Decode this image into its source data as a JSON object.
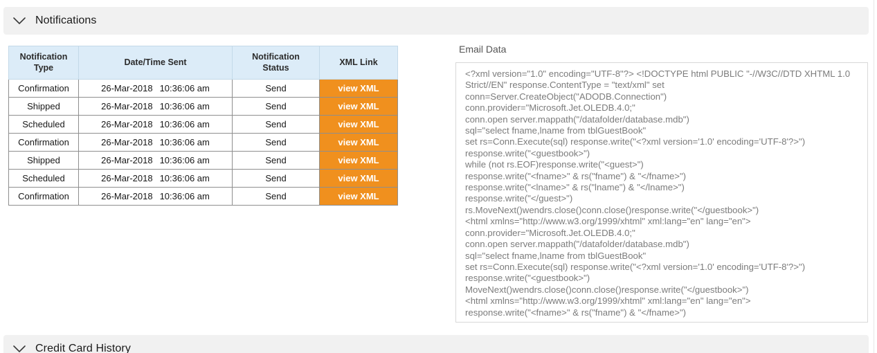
{
  "sections": {
    "notifications": {
      "title": "Notifications",
      "chevron_icon": "chevron-down-icon"
    },
    "credit_card_history": {
      "title": "Credit Card History",
      "chevron_icon": "chevron-down-icon"
    }
  },
  "notifications_table": {
    "columns": [
      "Notification Type",
      "Date/Time Sent",
      "Notification Status",
      "XML Link"
    ],
    "columns_split": {
      "type_line1": "Notification",
      "type_line2": "Type",
      "date": "Date/Time Sent",
      "status_line1": "Notification",
      "status_line2": "Status",
      "xml": "XML Link"
    },
    "rows": [
      {
        "type": "Confirmation",
        "date": "26-Mar-2018",
        "time": "10:36:06 am",
        "status": "Send",
        "xml_label": "view XML"
      },
      {
        "type": "Shipped",
        "date": "26-Mar-2018",
        "time": "10:36:06 am",
        "status": "Send",
        "xml_label": "view XML"
      },
      {
        "type": "Scheduled",
        "date": "26-Mar-2018",
        "time": "10:36:06 am",
        "status": "Send",
        "xml_label": "view XML"
      },
      {
        "type": "Confirmation",
        "date": "26-Mar-2018",
        "time": "10:36:06 am",
        "status": "Send",
        "xml_label": "view XML"
      },
      {
        "type": "Shipped",
        "date": "26-Mar-2018",
        "time": "10:36:06 am",
        "status": "Send",
        "xml_label": "view XML"
      },
      {
        "type": "Scheduled",
        "date": "26-Mar-2018",
        "time": "10:36:06 am",
        "status": "Send",
        "xml_label": "view XML"
      },
      {
        "type": "Confirmation",
        "date": "26-Mar-2018",
        "time": "10:36:06 am",
        "status": "Send",
        "xml_label": "view XML"
      }
    ]
  },
  "email_data": {
    "label": "Email Data",
    "content": "<?xml version=\"1.0\" encoding=\"UTF-8\"?> <!DOCTYPE html PUBLIC \"-//W3C//DTD XHTML 1.0 Strict//EN\" response.ContentType = \"text/xml\" set conn=Server.CreateObject(\"ADODB.Connection\")\nconn.provider=\"Microsoft.Jet.OLEDB.4.0;\"\nconn.open server.mappath(\"/datafolder/database.mdb\")\nsql=\"select fname,lname from tblGuestBook\"\nset rs=Conn.Execute(sql) response.write(\"<?xml version='1.0' encoding='UTF-8'?>\") response.write(\"<guestbook>\")\nwhile (not rs.EOF)response.write(\"<guest>\")\nresponse.write(\"<fname>\" & rs(\"fname\") & \"</fname>\")\nresponse.write(\"<lname>\" & rs(\"lname\") & \"</lname>\")\nresponse.write(\"</guest>\")\nrs.MoveNext()wendrs.close()conn.close()response.write(\"</guestbook>\")\n<html xmlns=\"http://www.w3.org/1999/xhtml\" xml:lang=\"en\" lang=\"en\">\nconn.provider=\"Microsoft.Jet.OLEDB.4.0;\"\nconn.open server.mappath(\"/datafolder/database.mdb\")\nsql=\"select fname,lname from tblGuestBook\"\nset rs=Conn.Execute(sql) response.write(\"<?xml version='1.0' encoding='UTF-8'?>\") response.write(\"<guestbook>\")\nMoveNext()wendrs.close()conn.close()response.write(\"</guestbook>\")\n<html xmlns=\"http://www.w3.org/1999/xhtml\" xml:lang=\"en\" lang=\"en\">\nresponse.write(\"<fname>\" & rs(\"fname\") & \"</fname>\")"
  },
  "colors": {
    "accent_orange": "#f0901e",
    "header_blue": "#dcecf8",
    "section_bar_grey": "#f1f1f1",
    "text_grey": "#7c7c7c"
  }
}
